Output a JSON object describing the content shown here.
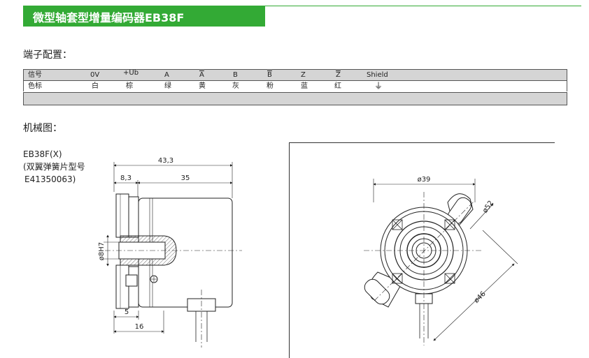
{
  "title": "微型轴套型增量编码器EB38F",
  "colors": {
    "accent": "#33aa35",
    "table_band": "#d5d5d5"
  },
  "sections": {
    "terminal": "端子配置：",
    "mechanical": "机械图："
  },
  "terminal_table": {
    "header": {
      "label": "信号",
      "values": [
        "0V",
        "+Ub",
        "A",
        "A",
        "B",
        "B",
        "Z",
        "Z",
        "Shield"
      ]
    },
    "row": {
      "label": "色标",
      "values": [
        "白",
        "棕",
        "绿",
        "黄",
        "灰",
        "粉",
        "蓝",
        "红",
        "⏚"
      ]
    }
  },
  "model": {
    "name": "EB38F(X)",
    "desc": "(双翼弹簧片型号",
    "code": "E41350063)"
  },
  "dims": {
    "total_length": "43,3",
    "flange": "8,3",
    "body": "35",
    "bore": "ø8H7",
    "step": "5",
    "depth": "16",
    "outer": "ø39",
    "slot": "ø52",
    "mount": "ø46"
  }
}
